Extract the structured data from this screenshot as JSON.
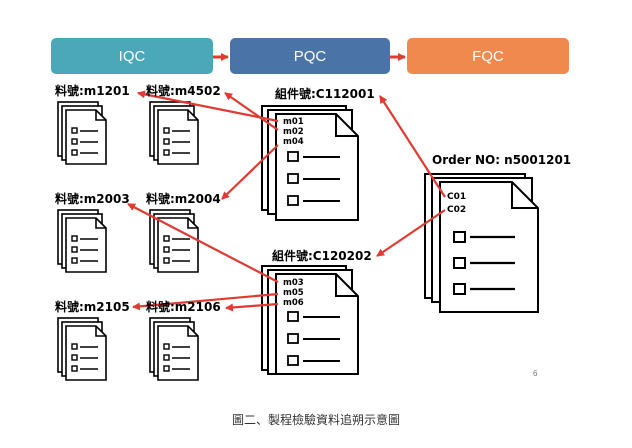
{
  "phases": [
    {
      "label": "IQC",
      "color": "#4AA8B8"
    },
    {
      "label": "PQC",
      "color": "#4A74A8"
    },
    {
      "label": "FQC",
      "color": "#F0894E"
    }
  ],
  "materials": [
    "料號:m1201",
    "料號:m4502",
    "料號:m2003",
    "料號:m2004",
    "料號:m2105",
    "料號:m2106"
  ],
  "assemblies": [
    {
      "label": "組件號:C112001",
      "codes": [
        "m01",
        "m02",
        "m04"
      ]
    },
    {
      "label": "組件號:C120202",
      "codes": [
        "m03",
        "m05",
        "m06"
      ]
    }
  ],
  "order": {
    "label": "Order NO: n5001201",
    "codes": [
      "C01",
      "C02"
    ]
  },
  "colors": {
    "arrow": "#E03A32"
  },
  "page_number": "6",
  "caption": "圖二、製程檢驗資料追朔示意圖"
}
